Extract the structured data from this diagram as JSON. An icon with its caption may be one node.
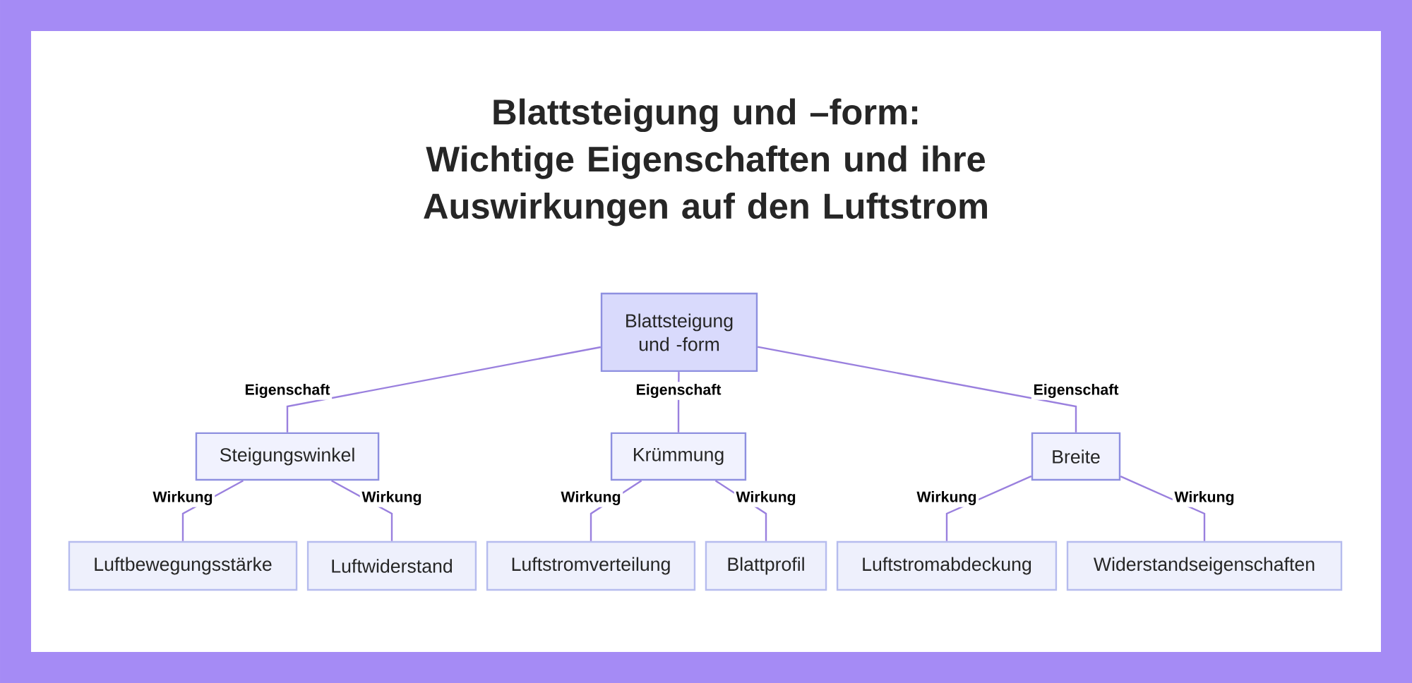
{
  "diagram": {
    "title": "Blattsteigung und –form: Wichtige Eigenschaften und ihre Auswirkungen auf den Luftstrom",
    "nodes": [
      {
        "text": [
          "Blattsteigung und -form"
        ]
      },
      {
        "text": [
          "Steigungswinkel"
        ]
      },
      {
        "text": [
          "Krümmung"
        ]
      },
      {
        "text": [
          "Breite"
        ]
      },
      {
        "text": [
          "Luftbewegungsstärke"
        ]
      },
      {
        "text": [
          "Luftwiderstand"
        ]
      },
      {
        "text": [
          "Luftstromverteilung"
        ]
      },
      {
        "text": [
          "Blattprofil"
        ]
      },
      {
        "text": [
          "Luftstromabdeckung"
        ]
      },
      {
        "text": [
          "Widerstandseigenschaften"
        ]
      }
    ],
    "edges": [
      {
        "from": 0,
        "to": 1,
        "arrow": "none",
        "label": "Eigenschaft"
      },
      {
        "from": 0,
        "to": 2,
        "arrow": "none",
        "label": "Eigenschaft"
      },
      {
        "from": 0,
        "to": 3,
        "arrow": "none",
        "label": "Eigenschaft"
      },
      {
        "from": 1,
        "to": 4,
        "arrow": "none",
        "label": "Wirkung"
      },
      {
        "from": 1,
        "to": 5,
        "arrow": "none",
        "label": "Wirkung"
      },
      {
        "from": 2,
        "to": 6,
        "arrow": "none",
        "label": "Wirkung"
      },
      {
        "from": 2,
        "to": 7,
        "arrow": "none",
        "label": "Wirkung"
      },
      {
        "from": 3,
        "to": 8,
        "arrow": "none",
        "label": "Wirkung"
      },
      {
        "from": 3,
        "to": 9,
        "arrow": "none",
        "label": "Wirkung"
      }
    ]
  }
}
